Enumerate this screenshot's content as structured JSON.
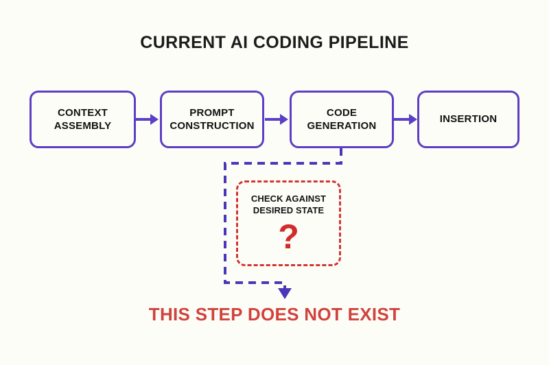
{
  "diagram": {
    "title": "CURRENT AI CODING PIPELINE",
    "background_color": "#fdfdf7",
    "accent_purple": "#5b3fc4",
    "accent_red": "#cf3535",
    "text_color": "#111111",
    "pipeline_stages": [
      {
        "id": "context-assembly",
        "line1": "CONTEXT",
        "line2": "ASSEMBLY"
      },
      {
        "id": "prompt-construction",
        "line1": "PROMPT",
        "line2": "CONSTRUCTION"
      },
      {
        "id": "code-generation",
        "line1": "CODE",
        "line2": "GENERATION"
      },
      {
        "id": "insertion",
        "line1": "INSERTION",
        "line2": ""
      }
    ],
    "missing_step": {
      "line1": "CHECK AGAINST",
      "line2": "DESIRED STATE",
      "symbol": "?",
      "border_style": "dashed",
      "border_color": "#cf3535"
    },
    "callout": "THIS STEP DOES NOT EXIST",
    "connectors": {
      "arrow_style": "solid-purple-right-arrow",
      "feedback_path_style": "dashed-purple-down-left-down-right-down-arrow",
      "arrow_count": 3
    }
  }
}
